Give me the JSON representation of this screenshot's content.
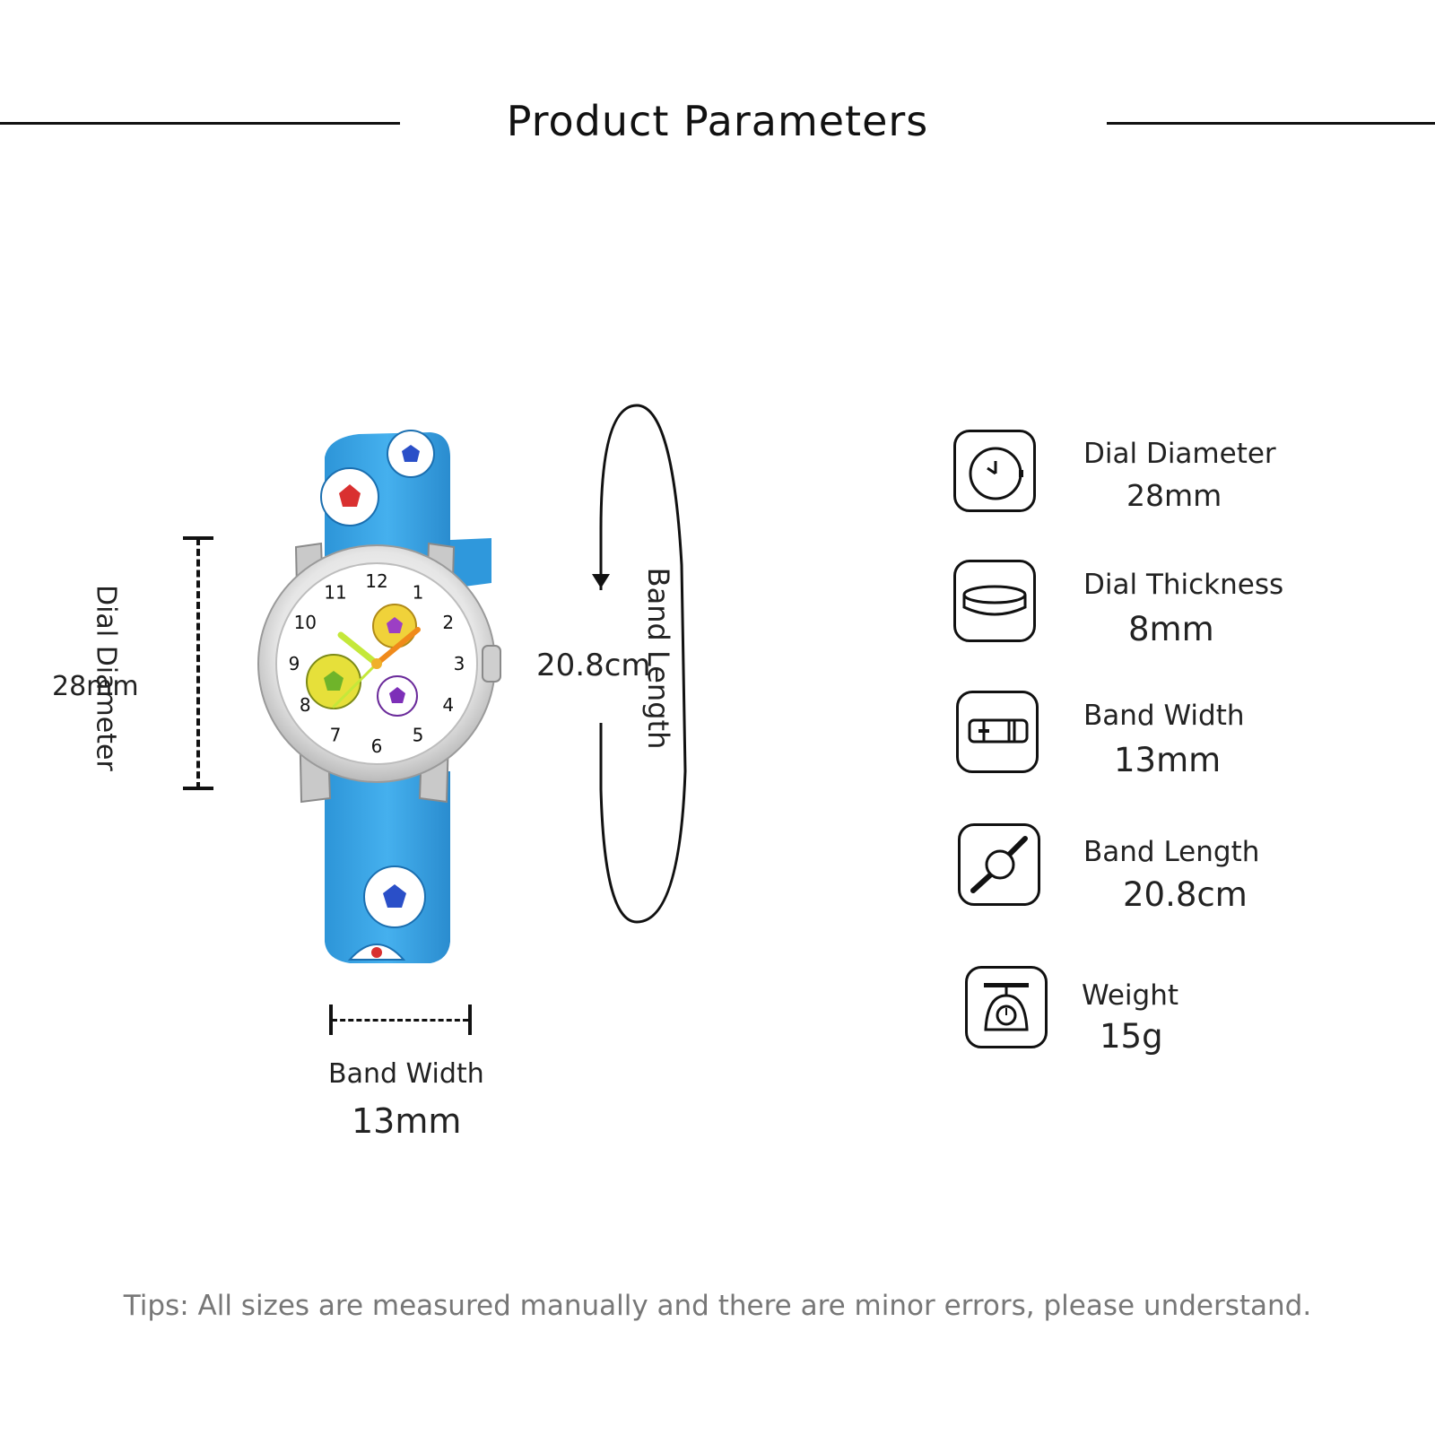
{
  "header": {
    "title": "Product Parameters"
  },
  "measurements": {
    "dial_diameter_label": "Dial Diameter",
    "dial_diameter_value": "28mm",
    "band_length_label": "Band Length",
    "band_length_value": "20.8cm",
    "band_width_label": "Band Width",
    "band_width_value": "13mm"
  },
  "specs": [
    {
      "label": "Dial Diameter",
      "value": "28mm",
      "icon": "watch-face-icon"
    },
    {
      "label": "Dial Thickness",
      "value": "8mm",
      "icon": "dial-thickness-icon"
    },
    {
      "label": "Band Width",
      "value": "13mm",
      "icon": "watch-band-icon"
    },
    {
      "label": "Band Length",
      "value": "20.8cm",
      "icon": "wristwatch-icon"
    },
    {
      "label": "Weight",
      "value": "15g",
      "icon": "scale-icon"
    }
  ],
  "watch": {
    "dial_numbers": [
      "12",
      "1",
      "2",
      "3",
      "4",
      "5",
      "6",
      "7",
      "8",
      "9",
      "10",
      "11"
    ],
    "strap_color": "#3aa6e8"
  },
  "tips": "Tips: All sizes are measured manually and there are minor errors, please understand."
}
